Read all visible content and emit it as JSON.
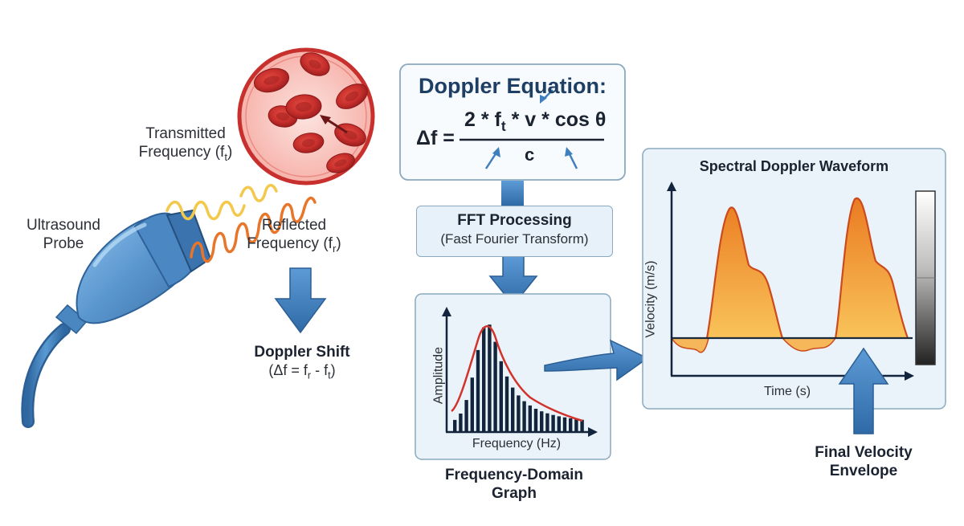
{
  "labels": {
    "transmitted": "Transmitted Frequency (f",
    "transmitted_sub": "t",
    "ultrasound_probe": "Ultrasound Probe",
    "reflected": "Reflected Frequency (f",
    "reflected_sub": "r",
    "doppler_shift_title": "Doppler Shift",
    "doppler_shift_formula_a": "(Δf = f",
    "doppler_shift_formula_b": "r",
    "doppler_shift_formula_c": " - f",
    "doppler_shift_formula_d": "t",
    "doppler_shift_formula_e": ")"
  },
  "equation": {
    "title": "Doppler Equation:",
    "lhs": "Δf =",
    "num_a": "2 * f",
    "num_sub": "t",
    "num_b": " * v * cos θ",
    "denominator": "c"
  },
  "fft": {
    "title": "FFT Processing",
    "subtitle": "(Fast Fourier Transform)"
  },
  "freq_graph": {
    "ylabel": "Amplitude",
    "xlabel": "Frequency (Hz)",
    "caption_line1": "Frequency-Domain",
    "caption_line2": "Graph"
  },
  "spectral": {
    "title": "Spectral Doppler Waveform",
    "ylabel": "Velocity (m/s)",
    "xlabel": "Time (s)"
  },
  "final_envelope": {
    "line1": "Final Velocity",
    "line2": "Envelope"
  },
  "colors": {
    "arrow_blue": "#3f7fbd",
    "probe_blue": "#5b97cf",
    "cell_red": "#c8302d",
    "wave_yellow": "#f2c94c",
    "wave_orange": "#e8752a",
    "fill_orange": "#f39a32",
    "panel_bg": "#eaf3fa"
  }
}
